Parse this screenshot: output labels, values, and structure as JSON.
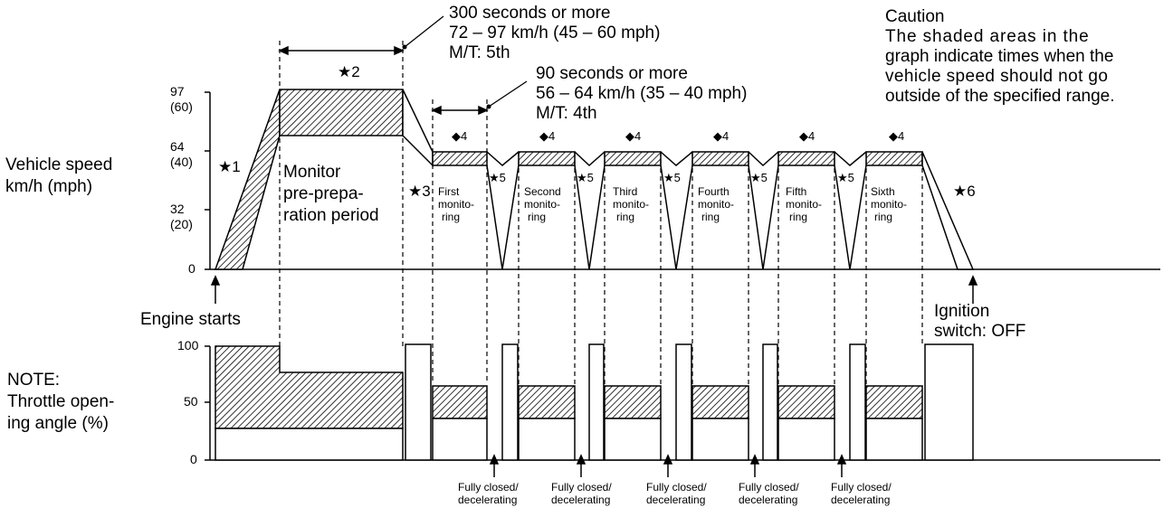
{
  "speed_axis": {
    "label_line1": "Vehicle speed",
    "label_line2": "km/h (mph)",
    "tick_97": "97",
    "tick_60": "(60)",
    "tick_64": "64",
    "tick_40": "(40)",
    "tick_32": "32",
    "tick_20": "(20)",
    "tick_0": "0"
  },
  "throttle_axis": {
    "label_line1": "NOTE:",
    "label_line2": "Throttle open-",
    "label_line3": "ing angle (%)",
    "tick_100": "100",
    "tick_50": "50",
    "tick_0": "0"
  },
  "annotations": {
    "top_line1": "300 seconds or more",
    "top_line2": "72 – 97 km/h (45 – 60 mph)",
    "top_line3": "M/T: 5th",
    "mid_line1": "90 seconds or more",
    "mid_line2": "56 – 64 km/h (35 – 40 mph)",
    "mid_line3": "M/T: 4th",
    "star1": "★1",
    "star2": "★2",
    "star3": "★3",
    "star5": "★5",
    "star6": "★6",
    "diamond4": "◆4",
    "engine_starts": "Engine starts",
    "ignition_line1": "Ignition",
    "ignition_line2": "switch: OFF",
    "monitor_line1": "Monitor",
    "monitor_line2": "pre-prepa-",
    "monitor_line3": "ration period"
  },
  "caution": {
    "title": "Caution",
    "line1": "The shaded areas in the",
    "line2": "graph indicate times when the",
    "line3": "vehicle speed should not go",
    "line4": "outside of the specified range."
  },
  "monitorings": [
    {
      "l1": "First",
      "l2": "monito-",
      "l3": "ring"
    },
    {
      "l1": "Second",
      "l2": "monito-",
      "l3": "ring"
    },
    {
      "l1": "Third",
      "l2": "monito-",
      "l3": "ring"
    },
    {
      "l1": "Fourth",
      "l2": "monito-",
      "l3": "ring"
    },
    {
      "l1": "Fifth",
      "l2": "monito-",
      "l3": "ring"
    },
    {
      "l1": "Sixth",
      "l2": "monito-",
      "l3": "ring"
    }
  ],
  "decel": {
    "line1": "Fully closed/",
    "line2": "decelerating"
  }
}
